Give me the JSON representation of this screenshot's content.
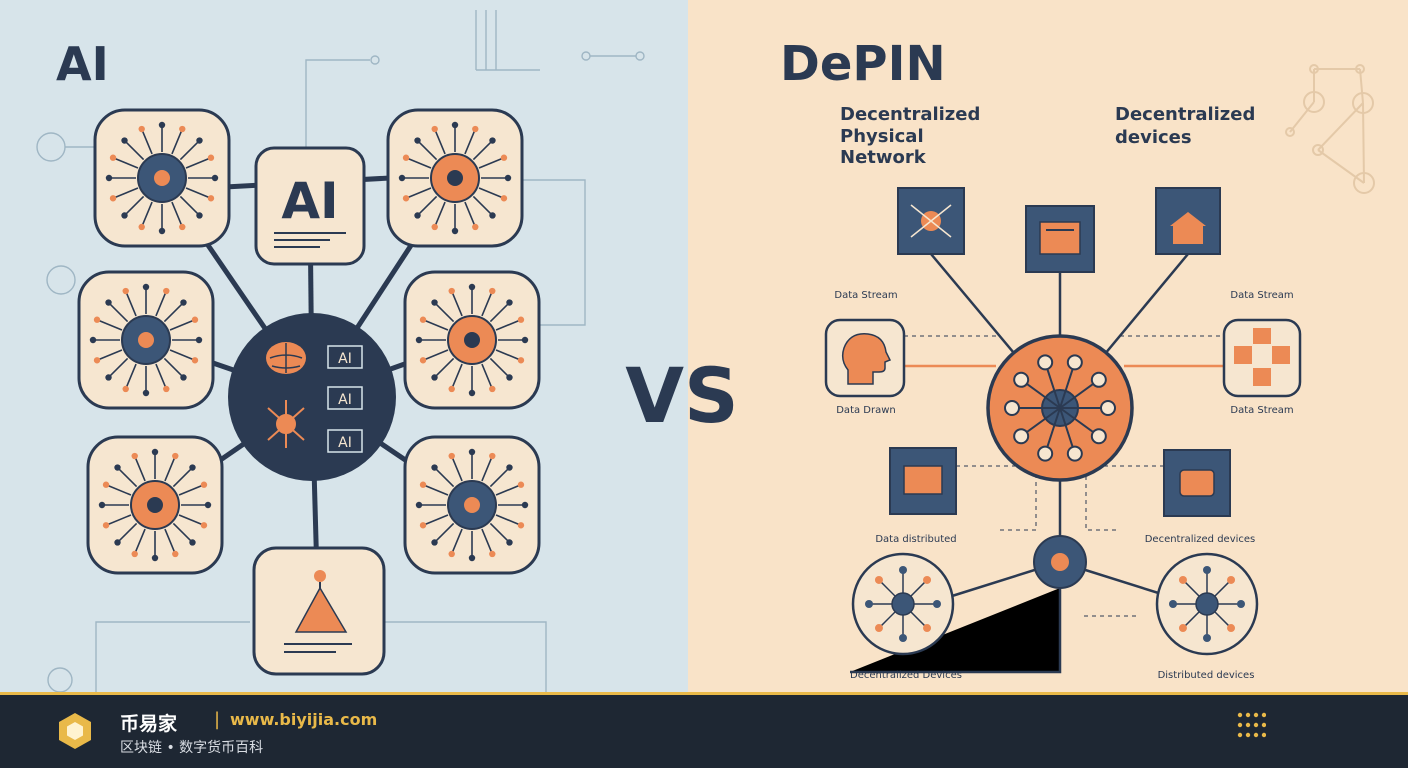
{
  "colors": {
    "left_bg": "#d7e4ea",
    "right_bg": "#f9e3c8",
    "navy": "#2b3a52",
    "orange": "#ec8a55",
    "cream": "#f6e6d0",
    "footer_bg": "#1e2733",
    "accent": "#e9b949"
  },
  "left": {
    "title": "AI",
    "center_box_label": "AI",
    "hub_labels": [
      "AI",
      "AI",
      "AI"
    ]
  },
  "vs": "VS",
  "right": {
    "title": "DePIN",
    "subtitle_left": [
      "Decentralized",
      "Physical",
      "Network"
    ],
    "subtitle_right": [
      "Decentralized",
      "devices"
    ],
    "labels": {
      "upper_left": "Data Stream",
      "upper_right": "Data Stream",
      "mid_left": "Data Drawn",
      "mid_right": "Data Stream",
      "lower_left": "Data distributed",
      "lower_right": "Decentralized devices",
      "bottom_left": "Decentralized Devices",
      "bottom_right": "Distributed devices"
    }
  },
  "footer": {
    "brand": "币易家",
    "separator": "|",
    "url": "www.biyijia.com",
    "tagline": "区块链 • 数字货币百科",
    "logo_icon": "hexagon-logo-icon",
    "menu_icon": "dot-grid-icon"
  }
}
